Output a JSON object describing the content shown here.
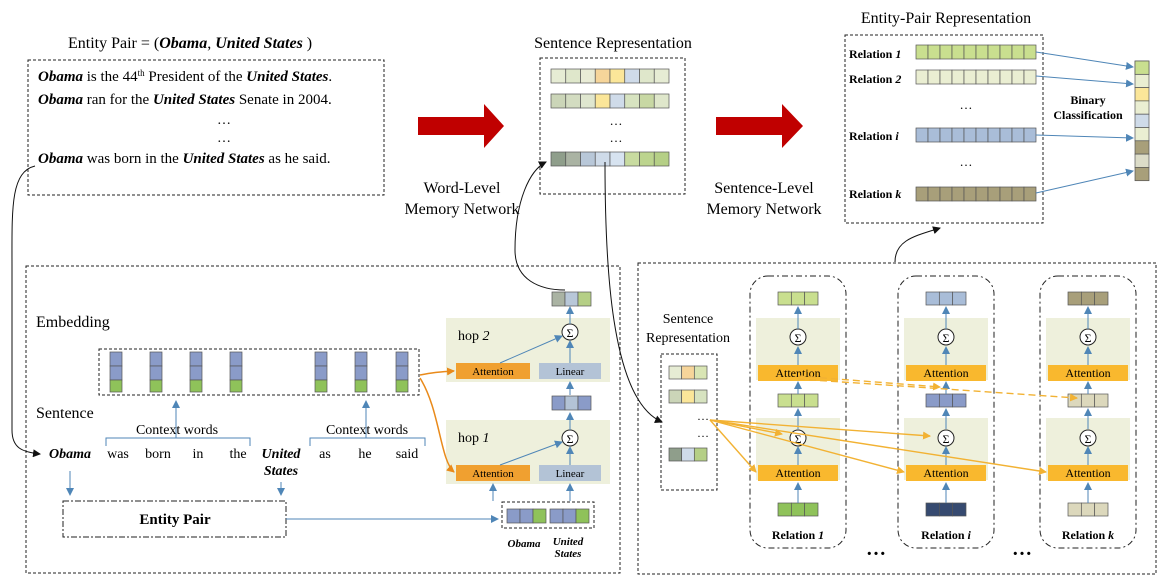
{
  "top": {
    "entity_pair_prefix": "Entity Pair = (",
    "entity_pair_e1": "Obama",
    "entity_pair_sep": ", ",
    "entity_pair_e2": "United States",
    "entity_pair_suffix": " )",
    "sentences": [
      {
        "e1": "Obama",
        "mid": " is the 44",
        "sup": "th",
        "mid2": " President of the ",
        "e2": "United States",
        "end": "."
      },
      {
        "e1": "Obama",
        "mid": " ran for the ",
        "e2": "United States",
        "end": " Senate in 2004."
      },
      {
        "e1": "Obama",
        "mid": " was born in the ",
        "e2": "United States",
        "end": " as he said."
      }
    ],
    "ellipsis": "…",
    "sentence_rep_title": "Sentence Representation",
    "entity_pair_rep_title": "Entity-Pair Representation",
    "word_level_label": [
      "Word-Level",
      "Memory Network"
    ],
    "sentence_level_label": [
      "Sentence-Level",
      "Memory Network"
    ],
    "relations": [
      {
        "prefix": "Relation ",
        "idx": "1"
      },
      {
        "prefix": "Relation ",
        "idx": "2"
      },
      {
        "prefix": "Relation ",
        "idx": "i"
      },
      {
        "prefix": "Relation ",
        "idx": "k"
      }
    ],
    "binary_classification": [
      "Binary",
      "Classification"
    ]
  },
  "word_level": {
    "embedding_label": "Embedding",
    "sentence_label": "Sentence",
    "context_words": "Context words",
    "words": [
      "Obama",
      "was",
      "born",
      "in",
      "the",
      "United States",
      "as",
      "he",
      "said"
    ],
    "entity_pair_box": "Entity Pair",
    "hop2_prefix": "hop ",
    "hop2_num": "2",
    "hop1_prefix": "hop ",
    "hop1_num": "1",
    "attention": "Attention",
    "linear": "Linear",
    "sigma": "Σ",
    "entity_labels": [
      "Obama",
      "United",
      "States"
    ]
  },
  "sentence_level": {
    "sentence_rep_label": [
      "Sentence",
      "Representation"
    ],
    "attention": "Attention",
    "sigma": "Σ",
    "columns": [
      {
        "prefix": "Relation ",
        "idx": "1"
      },
      {
        "prefix": "Relation ",
        "idx": "i"
      },
      {
        "prefix": "Relation ",
        "idx": "k"
      }
    ],
    "dots": "…"
  },
  "colors": {
    "arrow_red": "#c00000",
    "attention_orange": "#f0a030",
    "attention_sentence": "#f9b82e",
    "linear_gray": "#b3c3d6",
    "hop_bg": "#eef0dc",
    "line_blue": "#4f86b7",
    "orange_line": "#f0a020"
  }
}
